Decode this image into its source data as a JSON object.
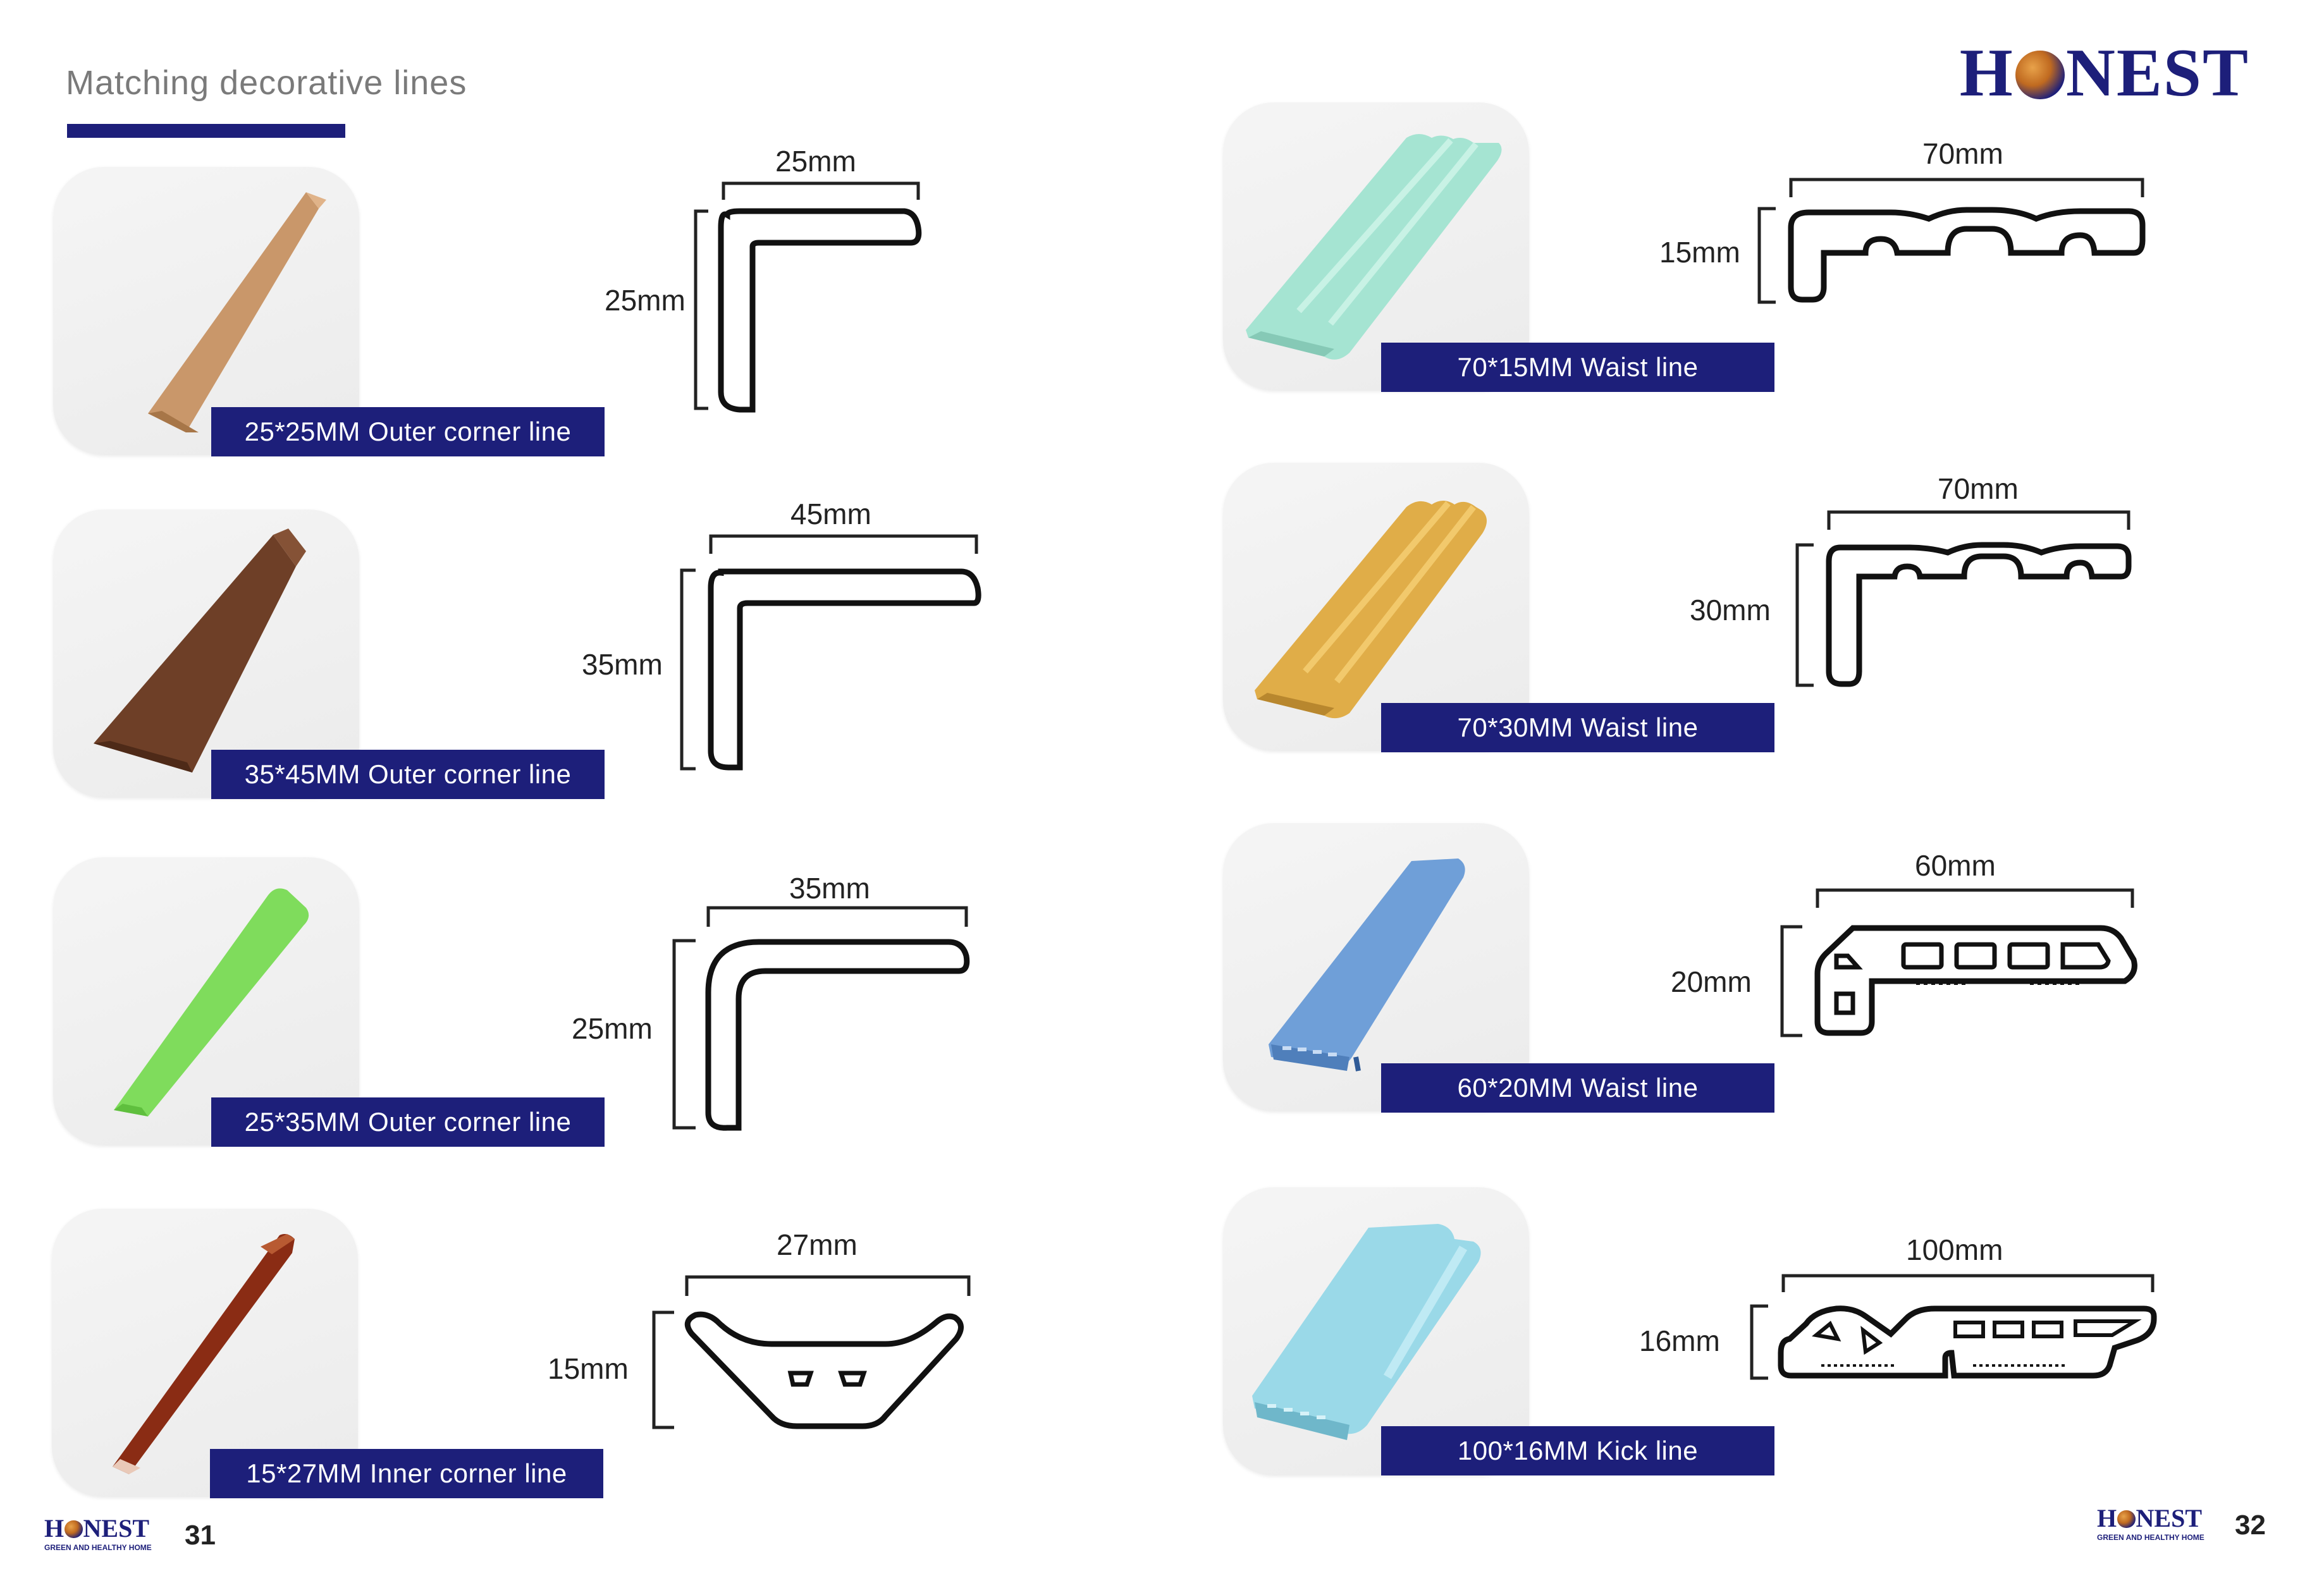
{
  "header": {
    "title": "Matching decorative lines",
    "brand_prefix": "H",
    "brand_suffix": "NEST"
  },
  "products": [
    {
      "label": "25*25MM Outer corner line",
      "width_label": "25mm",
      "height_label": "25mm",
      "color": "#c9976a"
    },
    {
      "label": "35*45MM Outer corner line",
      "width_label": "45mm",
      "height_label": "35mm",
      "color": "#6e3f27"
    },
    {
      "label": "25*35MM Outer corner line",
      "width_label": "35mm",
      "height_label": "25mm",
      "color": "#7fdc5c"
    },
    {
      "label": "15*27MM Inner corner line",
      "width_label": "27mm",
      "height_label": "15mm",
      "color": "#8a2c14"
    },
    {
      "label": "70*15MM Waist line",
      "width_label": "70mm",
      "height_label": "15mm",
      "color": "#a5e4d2"
    },
    {
      "label": "70*30MM Waist line",
      "width_label": "70mm",
      "height_label": "30mm",
      "color": "#e0ad48"
    },
    {
      "label": "60*20MM Waist line",
      "width_label": "60mm",
      "height_label": "20mm",
      "color": "#6f9fd8"
    },
    {
      "label": "100*16MM Kick line",
      "width_label": "100mm",
      "height_label": "16mm",
      "color": "#9ad9e8"
    }
  ],
  "footer": {
    "left_brand_prefix": "H",
    "left_brand_suffix": "NEST",
    "left_tagline": "GREEN AND HEALTHY HOME",
    "left_page": "31",
    "right_brand_prefix": "H",
    "right_brand_suffix": "NEST",
    "right_tagline": "GREEN AND HEALTHY HOME",
    "right_page": "32"
  }
}
